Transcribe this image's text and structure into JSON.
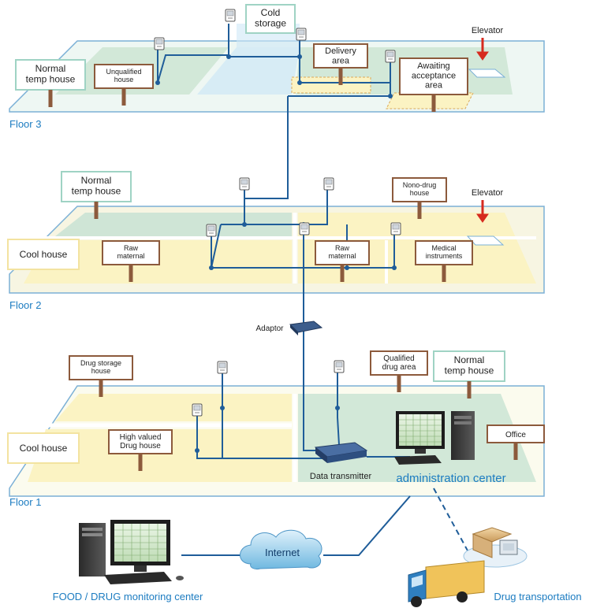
{
  "floors": {
    "floor3": {
      "label": "Floor 3",
      "areas": {
        "cold_storage": "Cold\nstorage",
        "normal_temp": "Normal\ntemp house",
        "unqualified": "Unqualified\nhouse",
        "delivery": "Delivery\narea",
        "awaiting": "Awaiting\nacceptance\narea",
        "elevator": "Elevator"
      }
    },
    "floor2": {
      "label": "Floor 2",
      "areas": {
        "normal_temp": "Normal\ntemp house",
        "non_drug": "Nono-drug\nhouse",
        "elevator": "Elevator",
        "cool_house": "Cool house",
        "raw1": "Raw\nmaternal",
        "raw2": "Raw\nmaternal",
        "medical": "Medical\ninstruments"
      }
    },
    "floor1": {
      "label": "Floor 1",
      "areas": {
        "drug_storage": "Drug storage\nhouse",
        "qualified": "Qualified\ndrug area",
        "normal_temp": "Normal\ntemp house",
        "cool_house": "Cool house",
        "high_valued": "High valued\nDrug house",
        "office": "Office"
      }
    }
  },
  "devices": {
    "adaptor": "Adaptor",
    "data_transmitter": "Data transmitter",
    "admin_center": "administration center"
  },
  "network": {
    "internet": "Internet",
    "monitoring": "FOOD / DRUG monitoring center",
    "transport": "Drug transportation"
  },
  "colors": {
    "line": "#1f5d99",
    "floor_border": "#7bb0d6",
    "green_zone": "#c9e2d3",
    "yellow_zone": "#fbf3c3",
    "blue_text": "#1c7cc1",
    "post": "#8c5a3c"
  }
}
